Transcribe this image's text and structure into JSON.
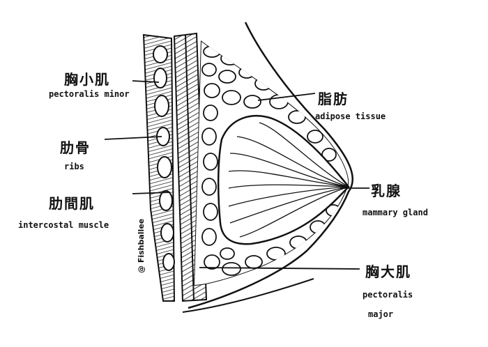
{
  "labels": {
    "pec_minor": {
      "zh": "胸小肌",
      "en": "pectoralis minor"
    },
    "ribs": {
      "zh": "肋骨",
      "en": "ribs"
    },
    "intercostal": {
      "zh": "肋間肌",
      "en": "intercostal muscle"
    },
    "adipose": {
      "zh": "脂肪",
      "en": "adipose tissue"
    },
    "mammary": {
      "zh": "乳腺",
      "en": "mammary gland"
    },
    "pec_major": {
      "zh": "胸大肌",
      "en_line1": "pectoralis",
      "en_line2": "major"
    }
  },
  "signature": "@ Fishballee",
  "colors": {
    "ink": "#111111",
    "background": "#ffffff"
  }
}
